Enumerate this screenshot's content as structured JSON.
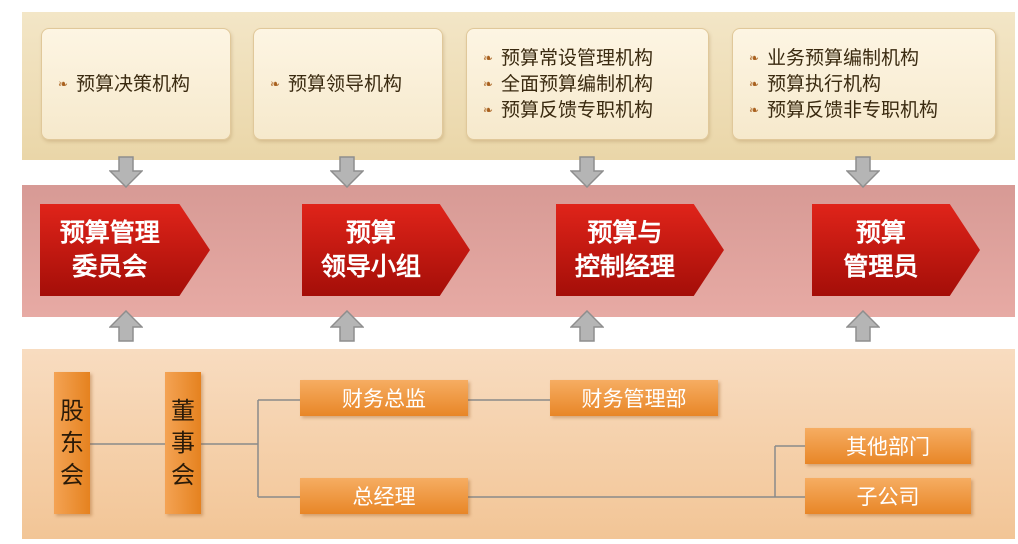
{
  "top_cards": [
    {
      "items": [
        "预算决策机构"
      ]
    },
    {
      "items": [
        "预算领导机构"
      ]
    },
    {
      "items": [
        "预算常设管理机构",
        "全面预算编制机构",
        "预算反馈专职机构"
      ]
    },
    {
      "items": [
        "业务预算编制机构",
        "预算执行机构",
        "预算反馈非专职机构"
      ]
    }
  ],
  "chevrons": [
    {
      "line1": "预算管理",
      "line2": "委员会"
    },
    {
      "line1": "预算",
      "line2": "领导小组"
    },
    {
      "line1": "预算与",
      "line2": "控制经理"
    },
    {
      "line1": "预算",
      "line2": "管理员"
    }
  ],
  "org": {
    "shareholders": [
      "股",
      "东",
      "会"
    ],
    "board": [
      "董",
      "事",
      "会"
    ],
    "cfo": "财务总监",
    "finance_dept": "财务管理部",
    "gm": "总经理",
    "other_depts": "其他部门",
    "subsidiary": "子公司"
  },
  "colors": {
    "top_band": "#ead6a8",
    "mid_band": "#e7aaa4",
    "bottom_band": "#f2c596",
    "chevron_red": "#c8160e",
    "org_box": "#ec8d30",
    "arrow_gray": "#b0b0b0"
  }
}
